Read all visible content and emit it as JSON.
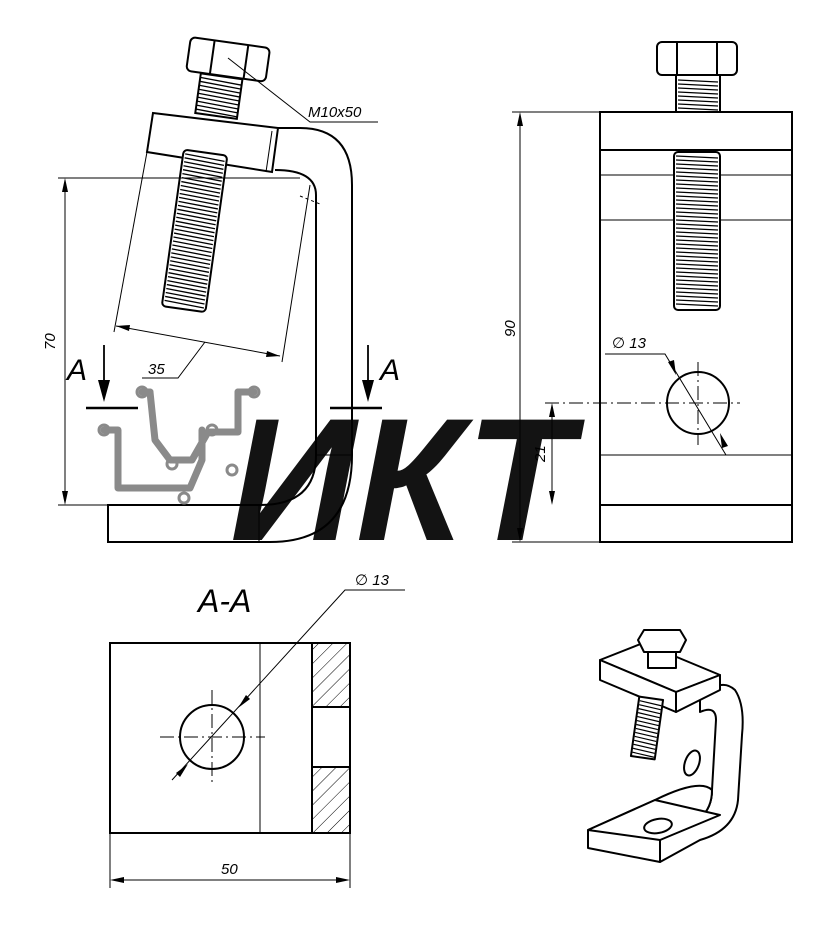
{
  "labels": {
    "bolt_spec": "M10x50",
    "dim_70": "70",
    "dim_35": "35",
    "dim_90": "90",
    "dim_21": "21",
    "hole_side": "∅ 13",
    "hole_section": "∅ 13",
    "dim_50": "50",
    "section_letter_left": "A",
    "section_letter_right": "A",
    "section_title": "A-A"
  },
  "watermark": {
    "text": "ИКТ",
    "color": "#8a8a8a"
  }
}
